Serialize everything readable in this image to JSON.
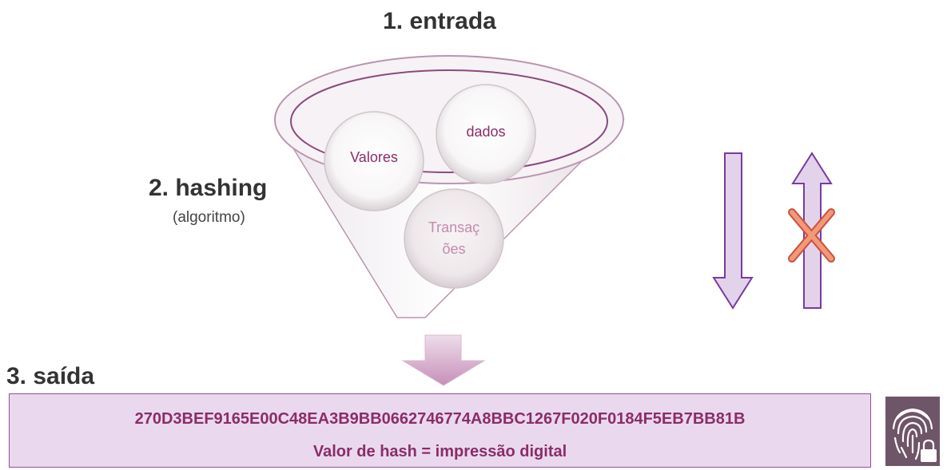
{
  "steps": {
    "input": "1. entrada",
    "hashing": "2. hashing",
    "hashing_sub": "(algoritmo)",
    "output": "3. saída"
  },
  "funnel": {
    "circle_values": "Valores",
    "circle_data": "dados",
    "circle_transactions_line1": "Transaç",
    "circle_transactions_line2": "ões"
  },
  "output": {
    "hash_value": "270D3BEF9165E00C48EA3B9BB0662746774A8BBC1267F020F0184F5EB7BB81B",
    "caption": "Valor de hash = impressão digital"
  },
  "icons": {
    "down_arrow": "down-arrow-icon",
    "up_arrow": "up-arrow-icon",
    "blocked": "x-mark-icon",
    "output_arrow": "down-arrow-icon",
    "fingerprint": "fingerprint-lock-icon"
  },
  "colors": {
    "accent_text": "#8a2d69",
    "arrow_fill": "#e2d3ea",
    "arrow_stroke": "#7a3aa0",
    "cross": "#f2997a",
    "output_bg": "#ead9ee",
    "icon_bg": "#6e5567"
  }
}
